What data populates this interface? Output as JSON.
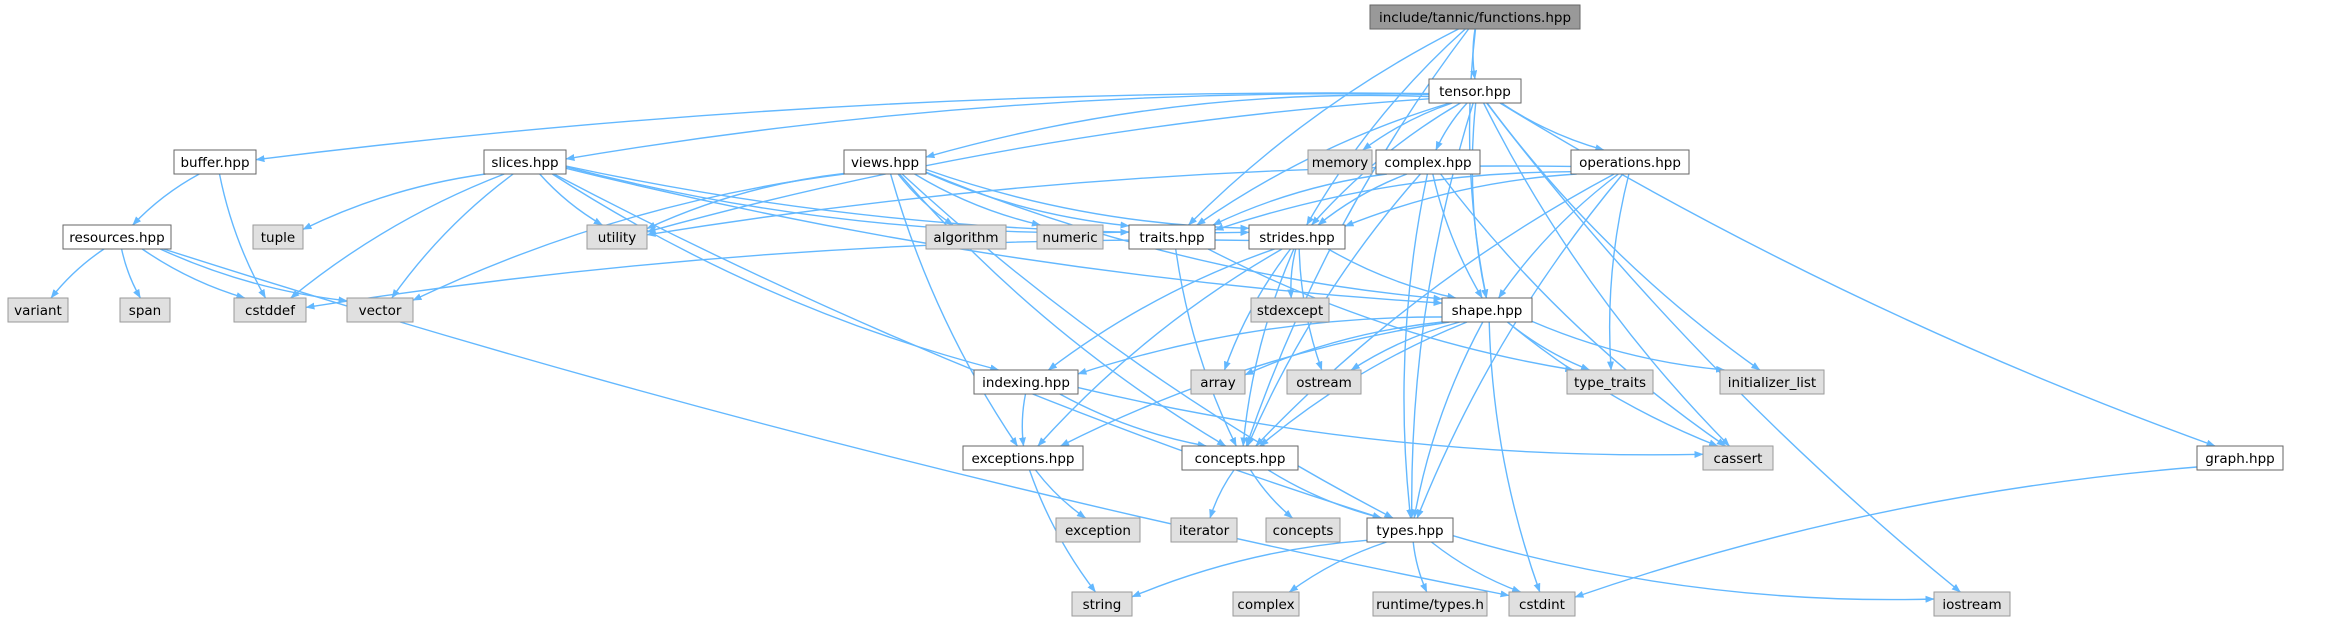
{
  "colors": {
    "root_fill": "#999999",
    "doc_fill": "#ffffff",
    "doc_stroke": "#666666",
    "ext_fill": "#e0e0e0",
    "ext_stroke": "#999999",
    "text": "#000000",
    "edge": "#63b8ff"
  },
  "nodes": [
    {
      "id": "functions",
      "label": "include/tannic/functions.hpp",
      "kind": "root"
    },
    {
      "id": "tensor",
      "label": "tensor.hpp",
      "kind": "doc"
    },
    {
      "id": "buffer",
      "label": "buffer.hpp",
      "kind": "doc"
    },
    {
      "id": "slices",
      "label": "slices.hpp",
      "kind": "doc"
    },
    {
      "id": "views",
      "label": "views.hpp",
      "kind": "doc"
    },
    {
      "id": "complex_hpp",
      "label": "complex.hpp",
      "kind": "doc"
    },
    {
      "id": "operations",
      "label": "operations.hpp",
      "kind": "doc"
    },
    {
      "id": "resources",
      "label": "resources.hpp",
      "kind": "doc"
    },
    {
      "id": "traits",
      "label": "traits.hpp",
      "kind": "doc"
    },
    {
      "id": "strides",
      "label": "strides.hpp",
      "kind": "doc"
    },
    {
      "id": "shape",
      "label": "shape.hpp",
      "kind": "doc"
    },
    {
      "id": "indexing",
      "label": "indexing.hpp",
      "kind": "doc"
    },
    {
      "id": "exceptions",
      "label": "exceptions.hpp",
      "kind": "doc"
    },
    {
      "id": "concepts_hpp",
      "label": "concepts.hpp",
      "kind": "doc"
    },
    {
      "id": "types",
      "label": "types.hpp",
      "kind": "doc"
    },
    {
      "id": "graph",
      "label": "graph.hpp",
      "kind": "doc"
    },
    {
      "id": "memory",
      "label": "memory",
      "kind": "ext"
    },
    {
      "id": "tuple",
      "label": "tuple",
      "kind": "ext"
    },
    {
      "id": "utility",
      "label": "utility",
      "kind": "ext"
    },
    {
      "id": "algorithm",
      "label": "algorithm",
      "kind": "ext"
    },
    {
      "id": "numeric",
      "label": "numeric",
      "kind": "ext"
    },
    {
      "id": "variant",
      "label": "variant",
      "kind": "ext"
    },
    {
      "id": "span",
      "label": "span",
      "kind": "ext"
    },
    {
      "id": "cstddef",
      "label": "cstddef",
      "kind": "ext"
    },
    {
      "id": "vector",
      "label": "vector",
      "kind": "ext"
    },
    {
      "id": "stdexcept",
      "label": "stdexcept",
      "kind": "ext"
    },
    {
      "id": "array",
      "label": "array",
      "kind": "ext"
    },
    {
      "id": "ostream",
      "label": "ostream",
      "kind": "ext"
    },
    {
      "id": "type_traits",
      "label": "type_traits",
      "kind": "ext"
    },
    {
      "id": "initializer_list",
      "label": "initializer_list",
      "kind": "ext"
    },
    {
      "id": "cassert",
      "label": "cassert",
      "kind": "ext"
    },
    {
      "id": "exception",
      "label": "exception",
      "kind": "ext"
    },
    {
      "id": "iterator",
      "label": "iterator",
      "kind": "ext"
    },
    {
      "id": "concepts",
      "label": "concepts",
      "kind": "ext"
    },
    {
      "id": "string",
      "label": "string",
      "kind": "ext"
    },
    {
      "id": "complex",
      "label": "complex",
      "kind": "ext"
    },
    {
      "id": "runtime_types",
      "label": "runtime/types.h",
      "kind": "ext"
    },
    {
      "id": "cstdint",
      "label": "cstdint",
      "kind": "ext"
    },
    {
      "id": "iostream",
      "label": "iostream",
      "kind": "ext"
    }
  ],
  "edges": [
    [
      "functions",
      "tensor"
    ],
    [
      "functions",
      "traits"
    ],
    [
      "functions",
      "strides"
    ],
    [
      "functions",
      "shape"
    ],
    [
      "functions",
      "concepts_hpp"
    ],
    [
      "tensor",
      "buffer"
    ],
    [
      "tensor",
      "slices"
    ],
    [
      "tensor",
      "views"
    ],
    [
      "tensor",
      "memory"
    ],
    [
      "tensor",
      "complex_hpp"
    ],
    [
      "tensor",
      "operations"
    ],
    [
      "tensor",
      "utility"
    ],
    [
      "tensor",
      "traits"
    ],
    [
      "tensor",
      "strides"
    ],
    [
      "tensor",
      "shape"
    ],
    [
      "tensor",
      "initializer_list"
    ],
    [
      "tensor",
      "cassert"
    ],
    [
      "tensor",
      "types"
    ],
    [
      "tensor",
      "graph"
    ],
    [
      "tensor",
      "iostream"
    ],
    [
      "buffer",
      "resources"
    ],
    [
      "buffer",
      "cstddef"
    ],
    [
      "resources",
      "variant"
    ],
    [
      "resources",
      "span"
    ],
    [
      "resources",
      "cstddef"
    ],
    [
      "resources",
      "vector"
    ],
    [
      "resources",
      "cstdint"
    ],
    [
      "slices",
      "tuple"
    ],
    [
      "slices",
      "utility"
    ],
    [
      "slices",
      "cstddef"
    ],
    [
      "slices",
      "vector"
    ],
    [
      "slices",
      "traits"
    ],
    [
      "slices",
      "strides"
    ],
    [
      "slices",
      "shape"
    ],
    [
      "slices",
      "indexing"
    ],
    [
      "slices",
      "types"
    ],
    [
      "views",
      "utility"
    ],
    [
      "views",
      "algorithm"
    ],
    [
      "views",
      "numeric"
    ],
    [
      "views",
      "vector"
    ],
    [
      "views",
      "traits"
    ],
    [
      "views",
      "strides"
    ],
    [
      "views",
      "shape"
    ],
    [
      "views",
      "exceptions"
    ],
    [
      "views",
      "concepts_hpp"
    ],
    [
      "views",
      "types"
    ],
    [
      "complex_hpp",
      "traits"
    ],
    [
      "complex_hpp",
      "strides"
    ],
    [
      "complex_hpp",
      "shape"
    ],
    [
      "complex_hpp",
      "concepts_hpp"
    ],
    [
      "complex_hpp",
      "cassert"
    ],
    [
      "complex_hpp",
      "types"
    ],
    [
      "operations",
      "utility"
    ],
    [
      "operations",
      "traits"
    ],
    [
      "operations",
      "strides"
    ],
    [
      "operations",
      "shape"
    ],
    [
      "operations",
      "type_traits"
    ],
    [
      "operations",
      "concepts_hpp"
    ],
    [
      "operations",
      "types"
    ],
    [
      "traits",
      "type_traits"
    ],
    [
      "traits",
      "concepts_hpp"
    ],
    [
      "strides",
      "cstddef"
    ],
    [
      "strides",
      "stdexcept"
    ],
    [
      "strides",
      "shape"
    ],
    [
      "strides",
      "array"
    ],
    [
      "strides",
      "ostream"
    ],
    [
      "strides",
      "indexing"
    ],
    [
      "strides",
      "exceptions"
    ],
    [
      "strides",
      "concepts_hpp"
    ],
    [
      "shape",
      "indexing"
    ],
    [
      "shape",
      "array"
    ],
    [
      "shape",
      "ostream"
    ],
    [
      "shape",
      "type_traits"
    ],
    [
      "shape",
      "initializer_list"
    ],
    [
      "shape",
      "cassert"
    ],
    [
      "shape",
      "exceptions"
    ],
    [
      "shape",
      "concepts_hpp"
    ],
    [
      "shape",
      "cstdint"
    ],
    [
      "shape",
      "types"
    ],
    [
      "indexing",
      "exceptions"
    ],
    [
      "indexing",
      "concepts_hpp"
    ],
    [
      "indexing",
      "cassert"
    ],
    [
      "exceptions",
      "exception"
    ],
    [
      "exceptions",
      "string"
    ],
    [
      "concepts_hpp",
      "iterator"
    ],
    [
      "concepts_hpp",
      "concepts"
    ],
    [
      "concepts_hpp",
      "types"
    ],
    [
      "types",
      "string"
    ],
    [
      "types",
      "complex"
    ],
    [
      "types",
      "runtime_types"
    ],
    [
      "types",
      "cstdint"
    ],
    [
      "types",
      "iostream"
    ],
    [
      "graph",
      "cstdint"
    ]
  ]
}
